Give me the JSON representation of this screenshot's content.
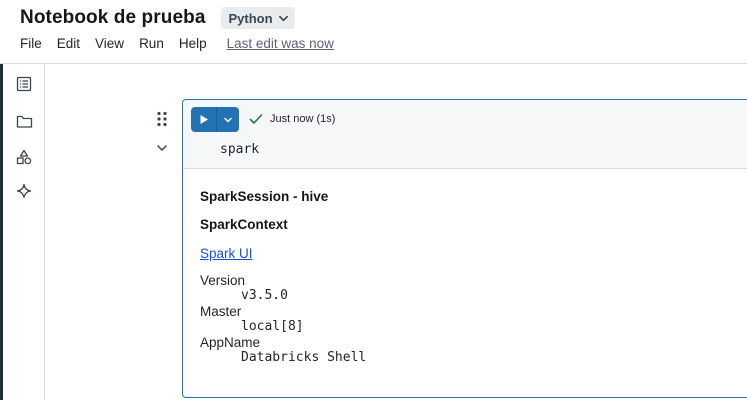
{
  "notebook": {
    "title": "Notebook de prueba",
    "language": "Python",
    "last_edit": "Last edit was now"
  },
  "menu": {
    "items": [
      "File",
      "Edit",
      "View",
      "Run",
      "Help"
    ]
  },
  "sidebar": {
    "icons": [
      "table-of-contents-icon",
      "folder-icon",
      "shapes-icon",
      "sparkle-icon"
    ]
  },
  "cell": {
    "status": "Just now (1s)",
    "code": "spark",
    "output": {
      "session": "SparkSession - hive",
      "context": "SparkContext",
      "ui_link": "Spark UI",
      "props": [
        {
          "label": "Version",
          "value": "v3.5.0"
        },
        {
          "label": "Master",
          "value": "local[8]"
        },
        {
          "label": "AppName",
          "value": "Databricks Shell"
        }
      ]
    }
  },
  "colors": {
    "accent": "#2272b4",
    "success": "#277c43",
    "link": "#1a4fd8"
  }
}
